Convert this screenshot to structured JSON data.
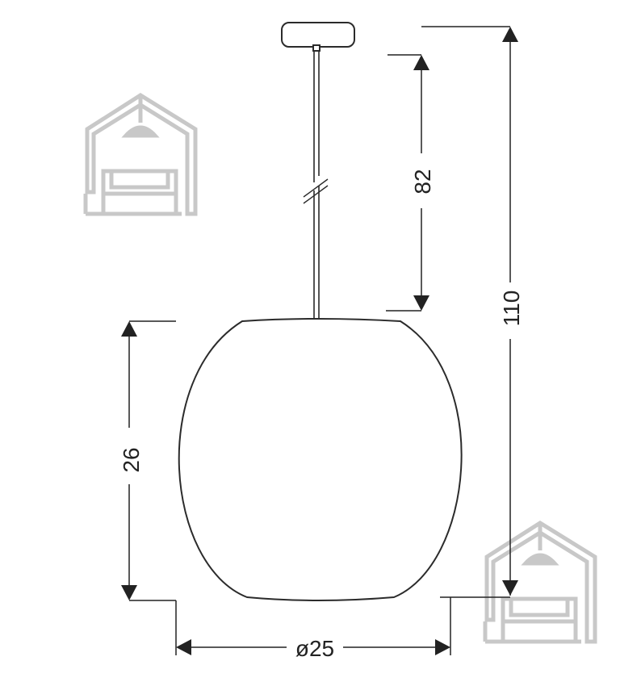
{
  "dimensions": {
    "total_height": "110",
    "cable_length": "82",
    "shade_height": "26",
    "diameter": "ø25"
  },
  "colors": {
    "line": "#2b2b2b",
    "dim_line": "#222222",
    "watermark": "#c8c8c8"
  },
  "icons": {
    "watermark": "house-lamp-sofa-icon"
  }
}
